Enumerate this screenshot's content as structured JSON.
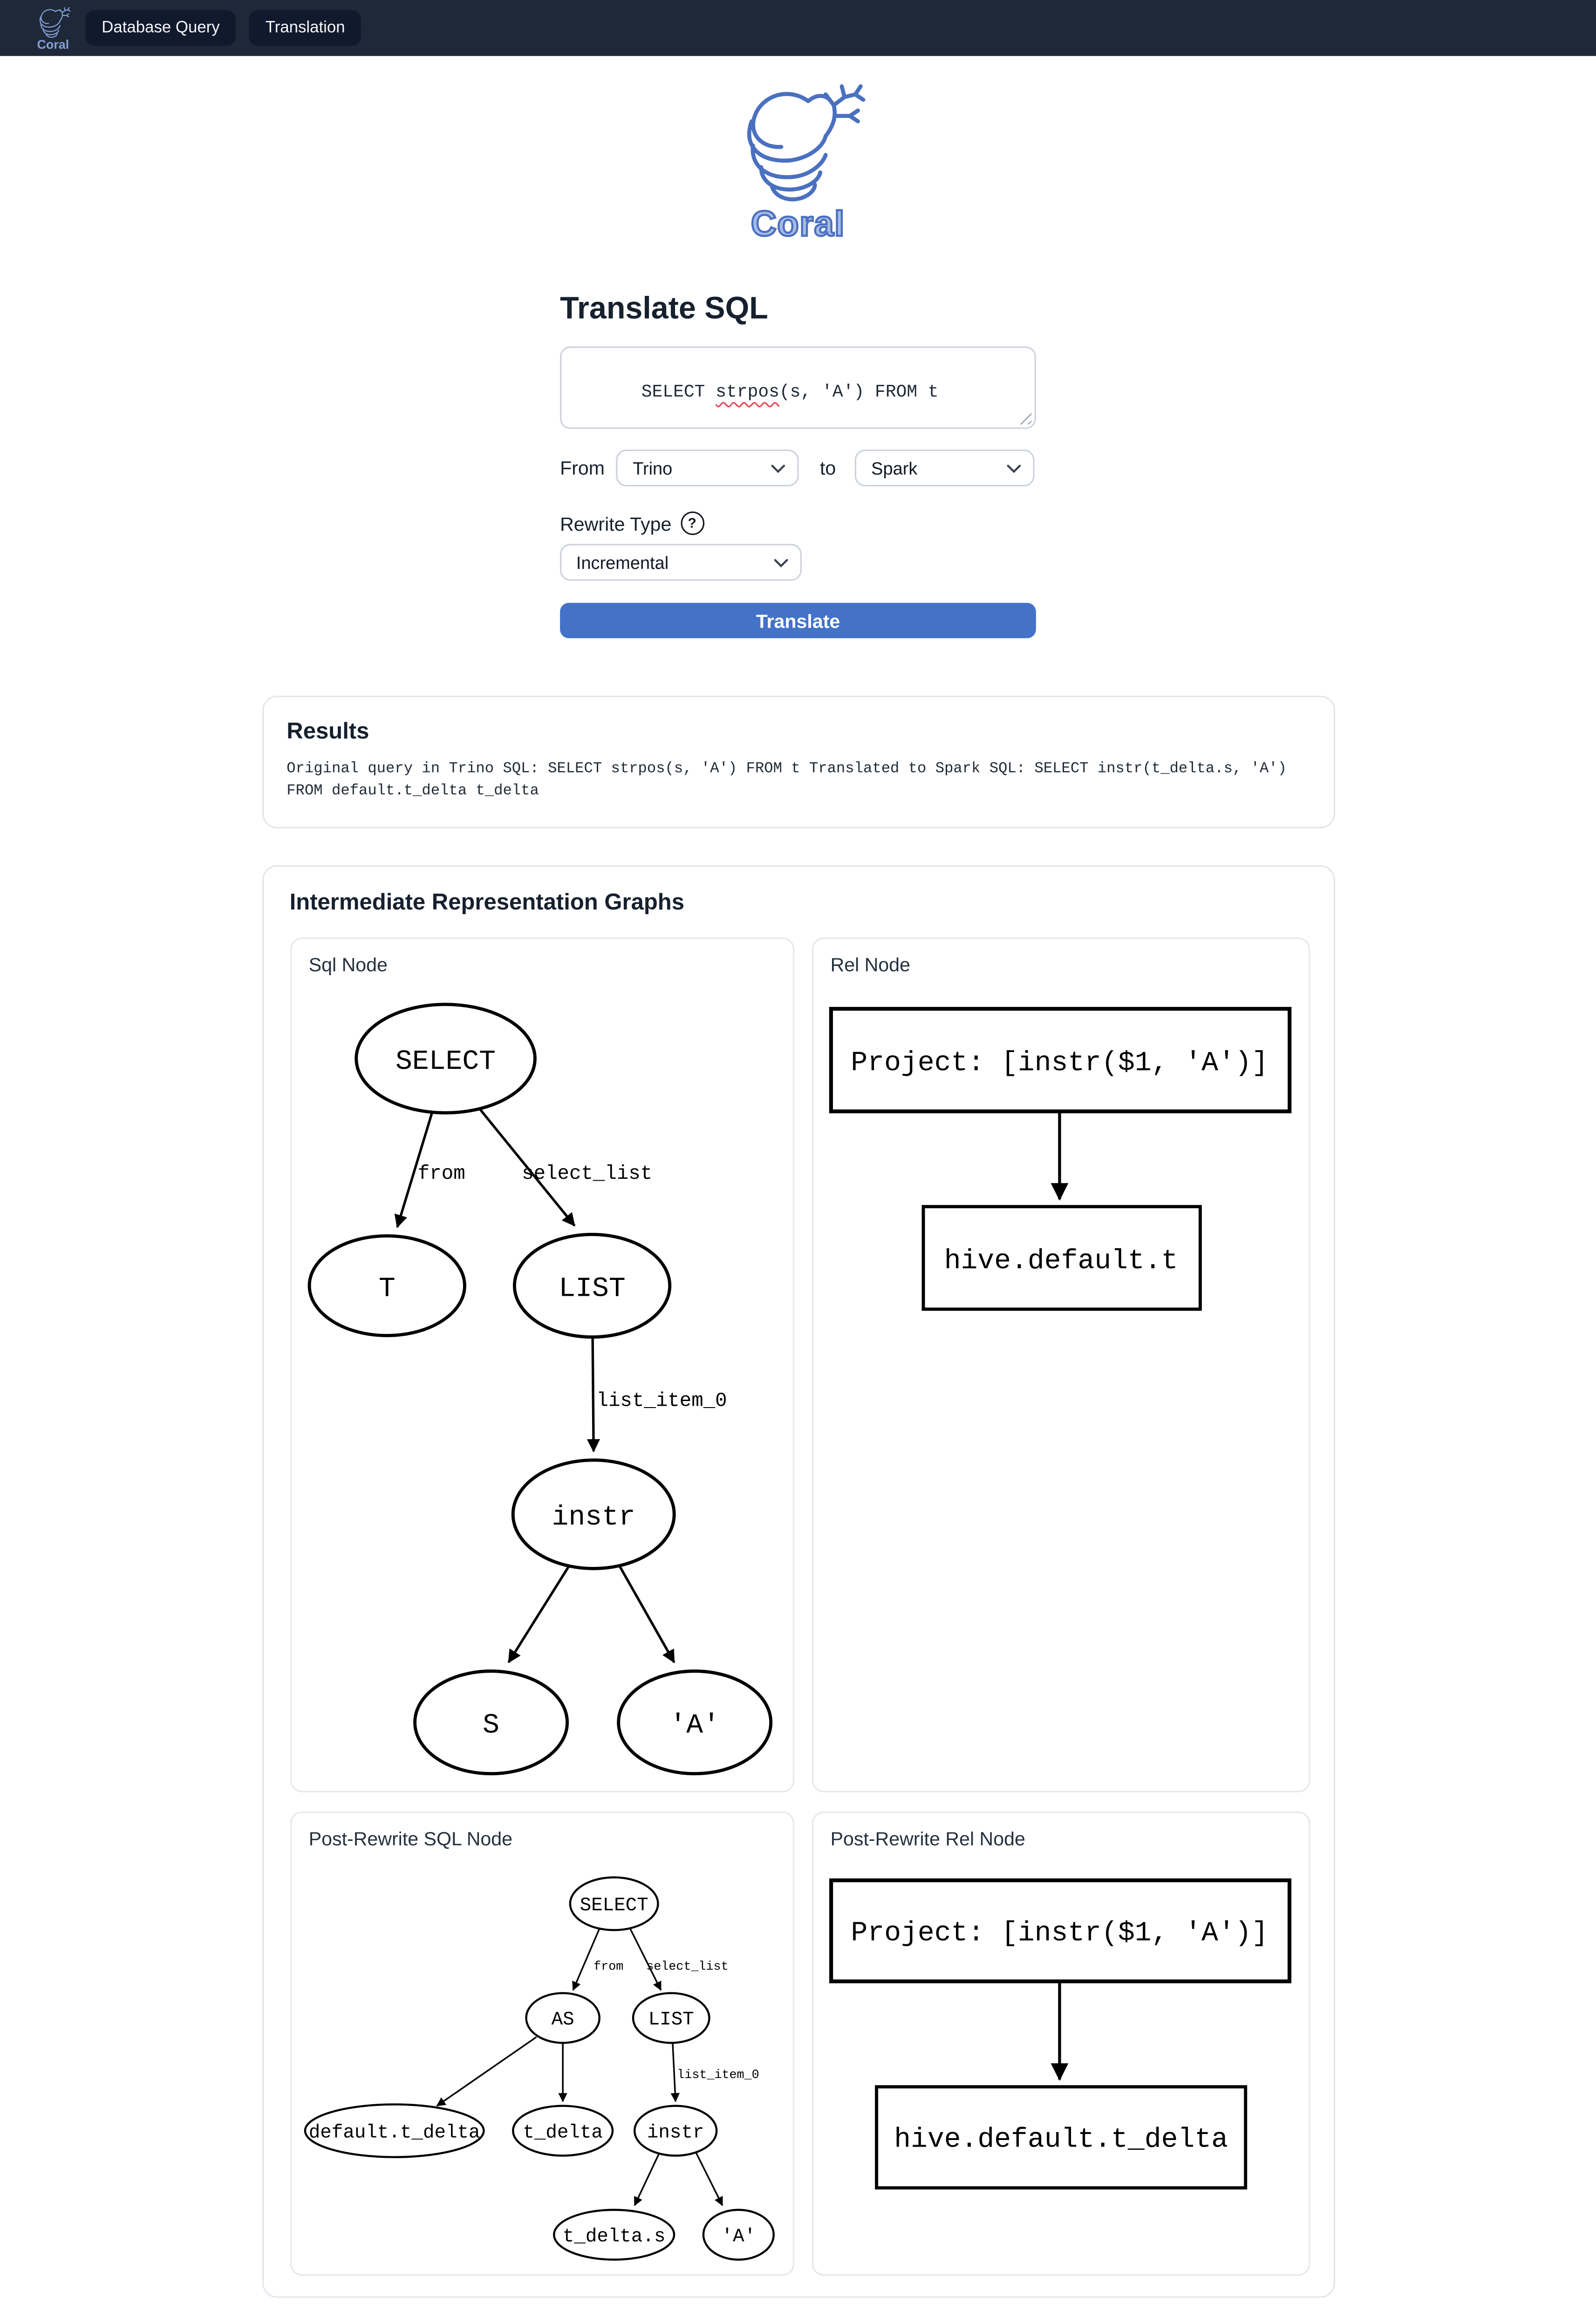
{
  "navbar": {
    "brand": "Coral",
    "items": [
      {
        "label": "Database Query"
      },
      {
        "label": "Translation"
      }
    ]
  },
  "logo": {
    "caption": "Coral"
  },
  "form": {
    "title": "Translate SQL",
    "query": {
      "prefix": "SELECT ",
      "misspelled": "strpos",
      "suffix": "(s, 'A') FROM t",
      "full": "SELECT strpos(s, 'A') FROM t"
    },
    "from_label": "From",
    "from_value": "Trino",
    "to_label": "to",
    "to_value": "Spark",
    "rewrite_label": "Rewrite Type",
    "help_glyph": "?",
    "rewrite_value": "Incremental",
    "submit_label": "Translate"
  },
  "results": {
    "title": "Results",
    "text": "Original query in Trino SQL: SELECT strpos(s, 'A') FROM t Translated to Spark SQL: SELECT instr(t_delta.s, 'A') FROM default.t_delta t_delta"
  },
  "graphs": {
    "title": "Intermediate Representation Graphs",
    "panels": {
      "sql": {
        "title": "Sql Node",
        "nodes": {
          "select": "SELECT",
          "t": "T",
          "list": "LIST",
          "instr": "instr",
          "s": "S",
          "a": "'A'"
        },
        "edge_labels": {
          "from": "from",
          "select_list": "select_list",
          "list_item_0": "list_item_0"
        }
      },
      "rel": {
        "title": "Rel Node",
        "nodes": {
          "project": "Project: [instr($1, 'A')]",
          "table": "hive.default.t"
        }
      },
      "post_sql": {
        "title": "Post-Rewrite SQL Node",
        "nodes": {
          "select": "SELECT",
          "as": "AS",
          "list": "LIST",
          "table": "default.t_delta",
          "alias": "t_delta",
          "instr": "instr",
          "col": "t_delta.s",
          "a": "'A'"
        },
        "edge_labels": {
          "from": "from",
          "select_list": "select_list",
          "list_item_0": "list_item_0"
        }
      },
      "post_rel": {
        "title": "Post-Rewrite Rel Node",
        "nodes": {
          "project": "Project: [instr($1, 'A')]",
          "table": "hive.default.t_delta"
        }
      }
    }
  },
  "colors": {
    "navbar_bg": "#1e2838",
    "navbar_button_bg": "#111a2d",
    "accent_blue": "#4472c8",
    "logo_blue": "#4a70c0",
    "heading": "#16202e",
    "card_border": "#e2e6eb"
  }
}
